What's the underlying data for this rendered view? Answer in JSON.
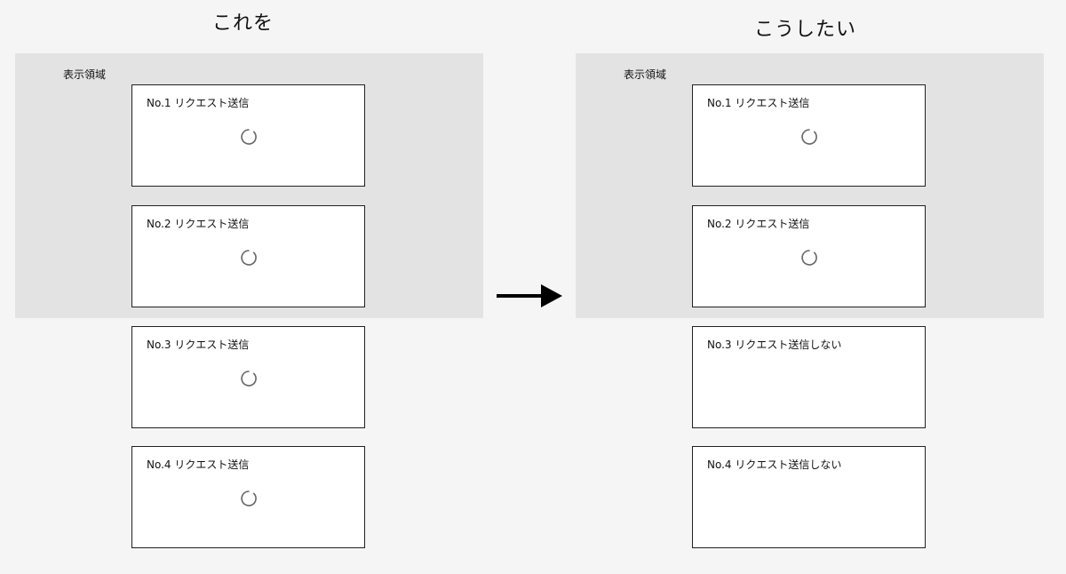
{
  "left": {
    "title": "これを",
    "viewport_label": "表示領域",
    "cards": [
      {
        "label": "No.1 リクエスト送信",
        "loading": true
      },
      {
        "label": "No.2 リクエスト送信",
        "loading": true
      },
      {
        "label": "No.3 リクエスト送信",
        "loading": true
      },
      {
        "label": "No.4 リクエスト送信",
        "loading": true
      }
    ]
  },
  "right": {
    "title": "こうしたい",
    "viewport_label": "表示領域",
    "cards": [
      {
        "label": "No.1 リクエスト送信",
        "loading": true
      },
      {
        "label": "No.2 リクエスト送信",
        "loading": true
      },
      {
        "label": "No.3 リクエスト送信しない",
        "loading": false
      },
      {
        "label": "No.4 リクエスト送信しない",
        "loading": false
      }
    ]
  },
  "arrow_icon": "right-arrow-icon",
  "spinner_icon": "loading-spinner-icon",
  "colors": {
    "background": "#f5f5f5",
    "viewport": "#e3e3e3",
    "card": "#ffffff",
    "border": "#222222",
    "spinner": "#666666"
  }
}
